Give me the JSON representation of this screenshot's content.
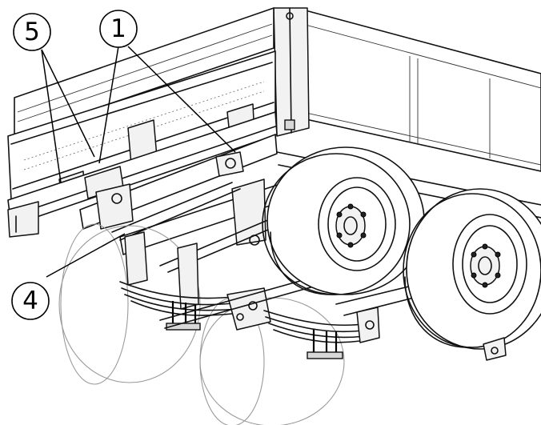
{
  "callouts": [
    {
      "id": "5",
      "label": "5"
    },
    {
      "id": "1",
      "label": "1"
    },
    {
      "id": "4",
      "label": "4"
    }
  ],
  "colors": {
    "line": "#111111",
    "background": "#ffffff"
  }
}
